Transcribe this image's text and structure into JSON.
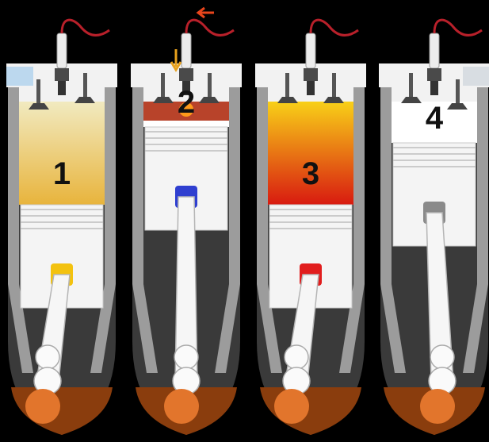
{
  "diagram": {
    "strokes": [
      {
        "label": "1",
        "indicator_color": "#f3c20f",
        "chamber_colors": [
          "#f1eac0",
          "#e8b43c"
        ]
      },
      {
        "label": "2",
        "indicator_color": "#2f3fd0",
        "chamber_colors": [
          "#ffffff",
          "#ffffff"
        ]
      },
      {
        "label": "3",
        "indicator_color": "#e11d1d",
        "chamber_colors": [
          "#f8d018",
          "#d81a10"
        ]
      },
      {
        "label": "4",
        "indicator_color": "#8a8a8a",
        "chamber_colors": [
          "#ffffff",
          "#ffffff"
        ]
      }
    ],
    "colors": {
      "background": "#000000",
      "crankcase": "#3a3a3a",
      "cylinder_wall": "#9c9c9c",
      "head": "#f2f2f2",
      "oil": "#8a3d0d",
      "piston": "#f4f4f4",
      "spark_wire": "#b8202a",
      "spark_flash": "#ff9a1a",
      "arrow": "#e8451c"
    },
    "icons": [
      "spark-plug-icon",
      "intake-valve-icon",
      "exhaust-valve-icon",
      "connecting-rod-icon",
      "flow-arrow-icon"
    ]
  }
}
